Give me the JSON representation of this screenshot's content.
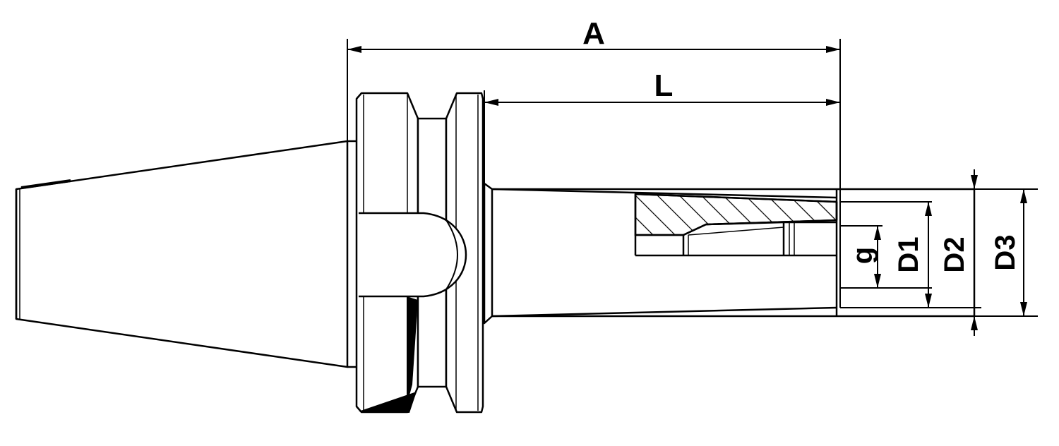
{
  "diagram": {
    "labels": {
      "A": "A",
      "L": "L",
      "g": "g",
      "D1": "D1",
      "D2": "D2",
      "D3": "D3"
    },
    "colors": {
      "line": "#000000",
      "background": "#ffffff"
    }
  }
}
